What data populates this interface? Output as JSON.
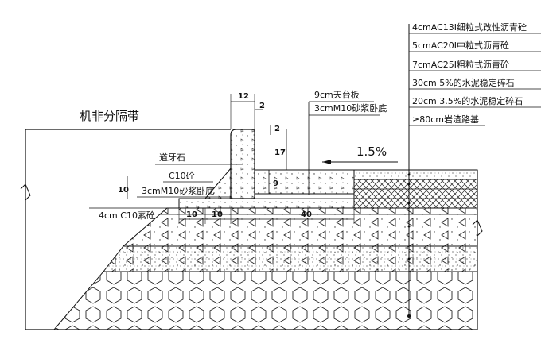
{
  "title": "机非分隔带",
  "slope": "1.5%",
  "pavement_layers": [
    "4cmAC13Ⅰ细粒式改性沥青砼",
    "5cmAC20Ⅰ中粒式沥青砼",
    "7cmAC25Ⅰ粗粒式沥青砼",
    "30cm 5%的水泥稳定碎石",
    "20cm 3.5%的水泥稳定碎石",
    "≥80cm岩渣路基"
  ],
  "labels": {
    "curb": "道牙石",
    "c10": "C10砼",
    "mortar_left": "3cmM10砂浆卧底",
    "c10_base": "4cm C10素砼",
    "slab": "9cm天台板",
    "mortar_right": "3cmM10砂浆卧底"
  },
  "dims": {
    "d12": "12",
    "d2a": "2",
    "d2b": "2",
    "d17": "17",
    "d9": "9",
    "d10v": "10",
    "d10a": "10",
    "d10b": "10",
    "d40": "40"
  }
}
